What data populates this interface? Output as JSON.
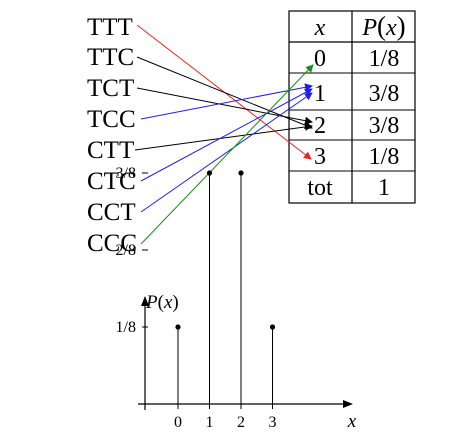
{
  "outcomes": [
    "TTT",
    "TTC",
    "TCT",
    "TCC",
    "CTT",
    "CTC",
    "CCT",
    "CCC"
  ],
  "table": {
    "header_x": "x",
    "header_p_letter": "P",
    "header_p_paren_open": "(",
    "header_p_var": "x",
    "header_p_paren_close": ")",
    "rows": [
      {
        "x": "0",
        "p": "1/8"
      },
      {
        "x": "1",
        "p": "3/8"
      },
      {
        "x": "2",
        "p": "3/8"
      },
      {
        "x": "3",
        "p": "1/8"
      }
    ],
    "total_label": "tot",
    "total_value": "1"
  },
  "mappings": [
    {
      "from": "TTT",
      "to": "3",
      "color": "#e8251d"
    },
    {
      "from": "TTC",
      "to": "2",
      "color": "#000000"
    },
    {
      "from": "TCT",
      "to": "2",
      "color": "#000000"
    },
    {
      "from": "TCC",
      "to": "1",
      "color": "#2121e0"
    },
    {
      "from": "CTT",
      "to": "2",
      "color": "#000000"
    },
    {
      "from": "CTC",
      "to": "1",
      "color": "#2121e0"
    },
    {
      "from": "CCT",
      "to": "1",
      "color": "#2121e0"
    },
    {
      "from": "CCC",
      "to": "0",
      "color": "#1a8c1a"
    }
  ],
  "chart_data": {
    "type": "scatter",
    "x": [
      0,
      1,
      2,
      3
    ],
    "values": [
      0.125,
      0.375,
      0.375,
      0.125
    ],
    "xlabel": "x",
    "ylabel_letter": "P",
    "ylabel_paren_open": "(",
    "ylabel_var": "x",
    "ylabel_paren_close": ")",
    "xticks": [
      "0",
      "1",
      "2",
      "3"
    ],
    "yticks": [
      "1/8",
      "2/8",
      "3/8"
    ],
    "ytick_values": [
      0.125,
      0.25,
      0.375
    ]
  }
}
